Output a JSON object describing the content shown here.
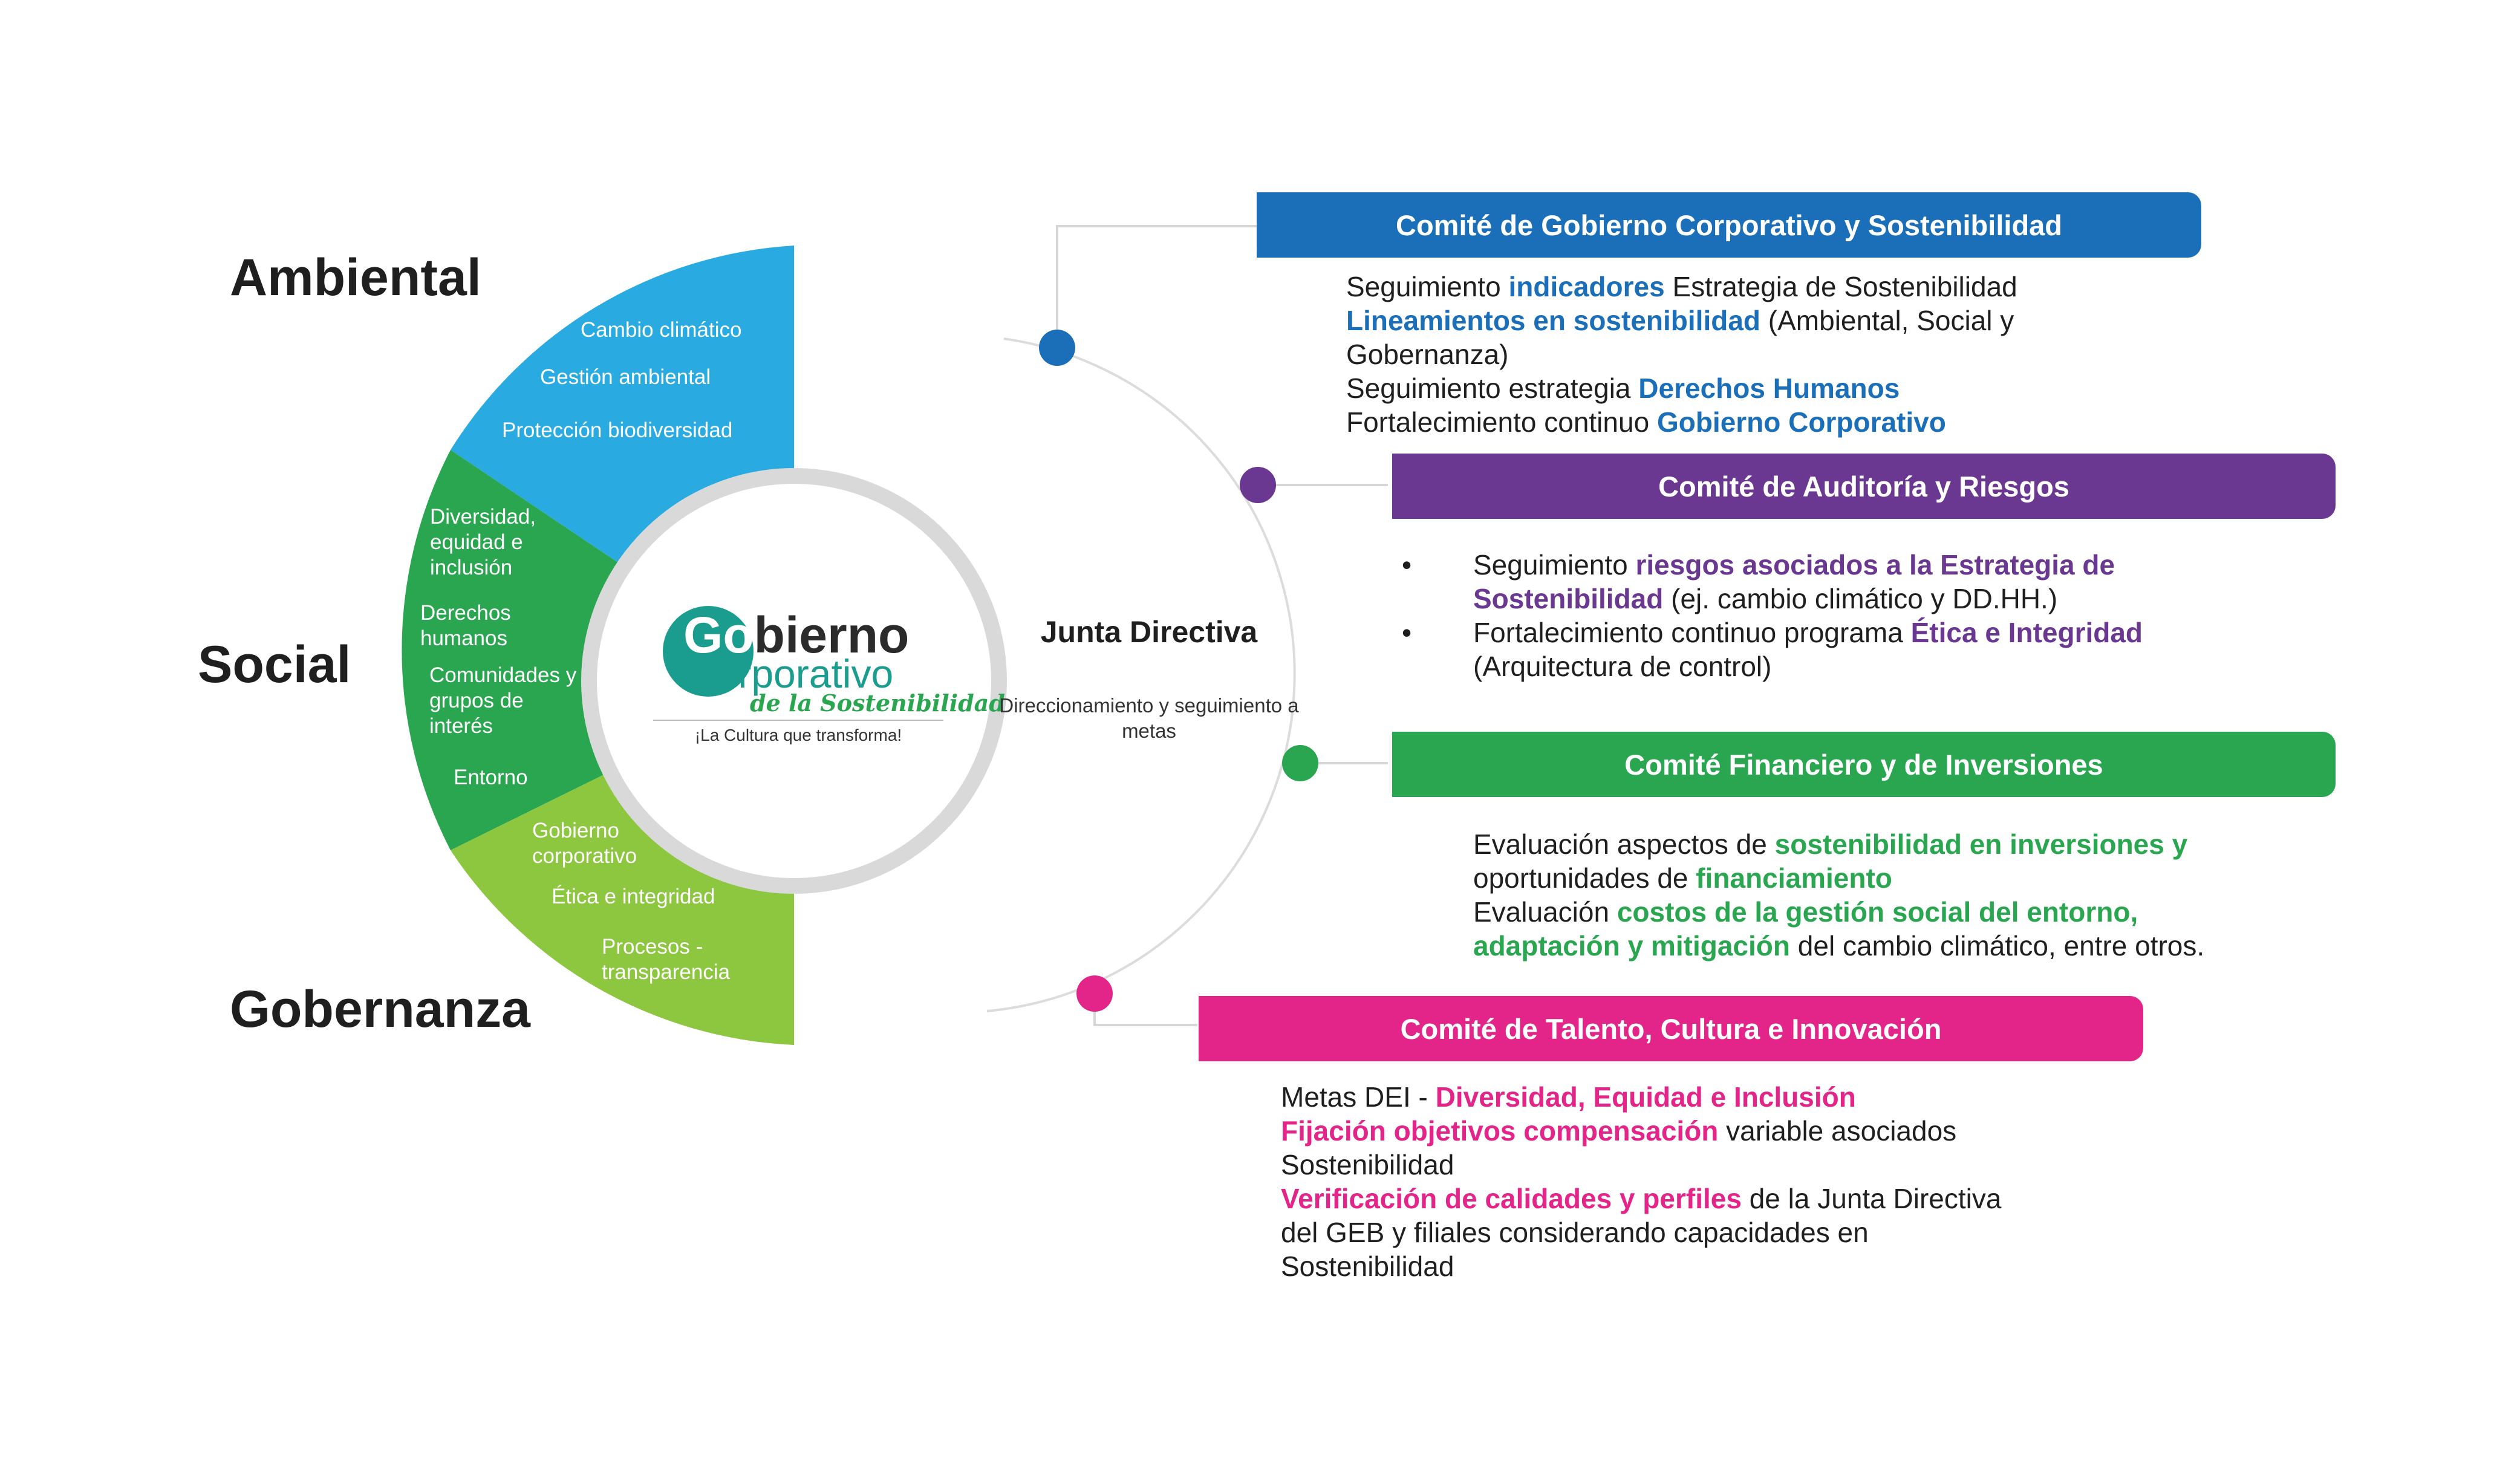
{
  "colors": {
    "ambiental": "#29abe2",
    "social": "#2aa650",
    "gobernanza": "#8dc63f",
    "committee1": "#1b6fb8",
    "committee2": "#6b3891",
    "committee3": "#2aa650",
    "committee4": "#e3258a",
    "line": "#d6d6d6",
    "ring": "#d9d9d9"
  },
  "categories": {
    "ambiental": {
      "title": "Ambiental",
      "items": [
        "Cambio climático",
        "Gestión ambiental",
        "Protección biodiversidad"
      ]
    },
    "social": {
      "title": "Social",
      "items": [
        "Diversidad, equidad e inclusión",
        "Derechos humanos",
        "Comunidades y grupos de interés",
        "Entorno"
      ]
    },
    "gobernanza": {
      "title": "Gobernanza",
      "items": [
        "Gobierno corporativo",
        "Ética e integridad",
        "Procesos - transparencia"
      ]
    }
  },
  "logo": {
    "go": "Go",
    "bierno": "bierno",
    "corporativo": "Corporativo",
    "script": "de la Sostenibilidad",
    "tagline": "¡La Cultura que transforma!"
  },
  "board": {
    "title": "Junta Directiva",
    "subtitle": "Direccionamiento y seguimiento a metas"
  },
  "committees": [
    {
      "title": "Comité de Gobierno Corporativo y Sostenibilidad",
      "lines": [
        [
          {
            "t": "Seguimiento "
          },
          {
            "t": "indicadores",
            "b": true
          },
          {
            "t": " Estrategia de Sostenibilidad"
          }
        ],
        [
          {
            "t": "Lineamientos en sostenibilidad",
            "b": true
          },
          {
            "t": " (Ambiental, Social y"
          }
        ],
        [
          {
            "t": "Gobernanza)"
          }
        ],
        [
          {
            "t": "Seguimiento estrategia "
          },
          {
            "t": "Derechos Humanos",
            "b": true
          }
        ],
        [
          {
            "t": "Fortalecimiento continuo "
          },
          {
            "t": "Gobierno Corporativo",
            "b": true
          }
        ]
      ]
    },
    {
      "title": "Comité de Auditoría y Riesgos",
      "lines": [
        [
          {
            "t": "•",
            "bullet": true
          },
          {
            "t": "Seguimiento "
          },
          {
            "t": "riesgos asociados a la Estrategia de",
            "b": true
          }
        ],
        [
          {
            "t": "Sostenibilidad",
            "b": true
          },
          {
            "t": " (ej. cambio climático y DD.HH.)"
          }
        ],
        [
          {
            "t": "•",
            "bullet": true
          },
          {
            "t": "Fortalecimiento continuo programa "
          },
          {
            "t": "Ética e Integridad",
            "b": true
          }
        ],
        [
          {
            "t": "(Arquitectura de control)"
          }
        ]
      ]
    },
    {
      "title": "Comité Financiero y de Inversiones",
      "lines": [
        [
          {
            "t": "Evaluación aspectos de "
          },
          {
            "t": "sostenibilidad en inversiones y",
            "b": true
          }
        ],
        [
          {
            "t": "oportunidades de "
          },
          {
            "t": "financiamiento",
            "b": true
          }
        ],
        [
          {
            "t": "Evaluación "
          },
          {
            "t": "costos de la gestión social del entorno,",
            "b": true
          }
        ],
        [
          {
            "t": "adaptación y mitigación",
            "b": true
          },
          {
            "t": " del cambio climático, entre otros."
          }
        ]
      ]
    },
    {
      "title": "Comité de Talento, Cultura e Innovación",
      "lines": [
        [
          {
            "t": "Metas DEI - "
          },
          {
            "t": "Diversidad, Equidad e Inclusión",
            "b": true
          }
        ],
        [
          {
            "t": "Fijación objetivos compensación",
            "b": true
          },
          {
            "t": " variable asociados"
          }
        ],
        [
          {
            "t": "Sostenibilidad"
          }
        ],
        [
          {
            "t": "Verificación de calidades y perfiles",
            "b": true
          },
          {
            "t": " de la Junta Directiva"
          }
        ],
        [
          {
            "t": "del GEB y filiales considerando capacidades en"
          }
        ],
        [
          {
            "t": "Sostenibilidad"
          }
        ]
      ]
    }
  ]
}
